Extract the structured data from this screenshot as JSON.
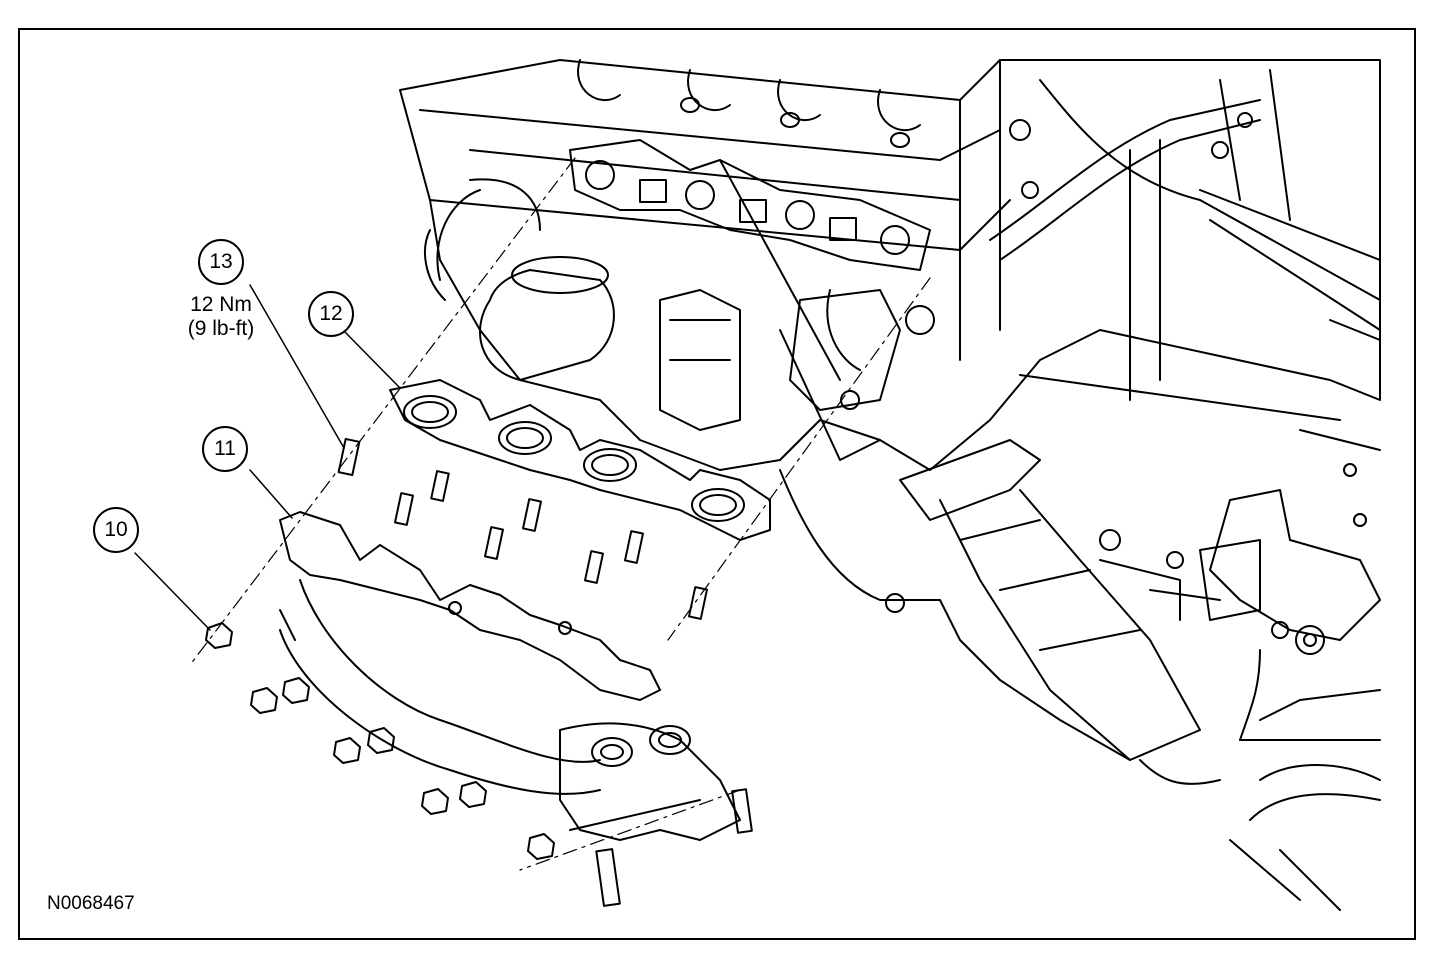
{
  "figure": {
    "id_label": "N0068467"
  },
  "callouts": [
    {
      "number": "13"
    },
    {
      "number": "12"
    },
    {
      "number": "11"
    },
    {
      "number": "10"
    }
  ],
  "torque_spec": {
    "metric": "12 Nm",
    "imperial": "(9 lb-ft)"
  }
}
